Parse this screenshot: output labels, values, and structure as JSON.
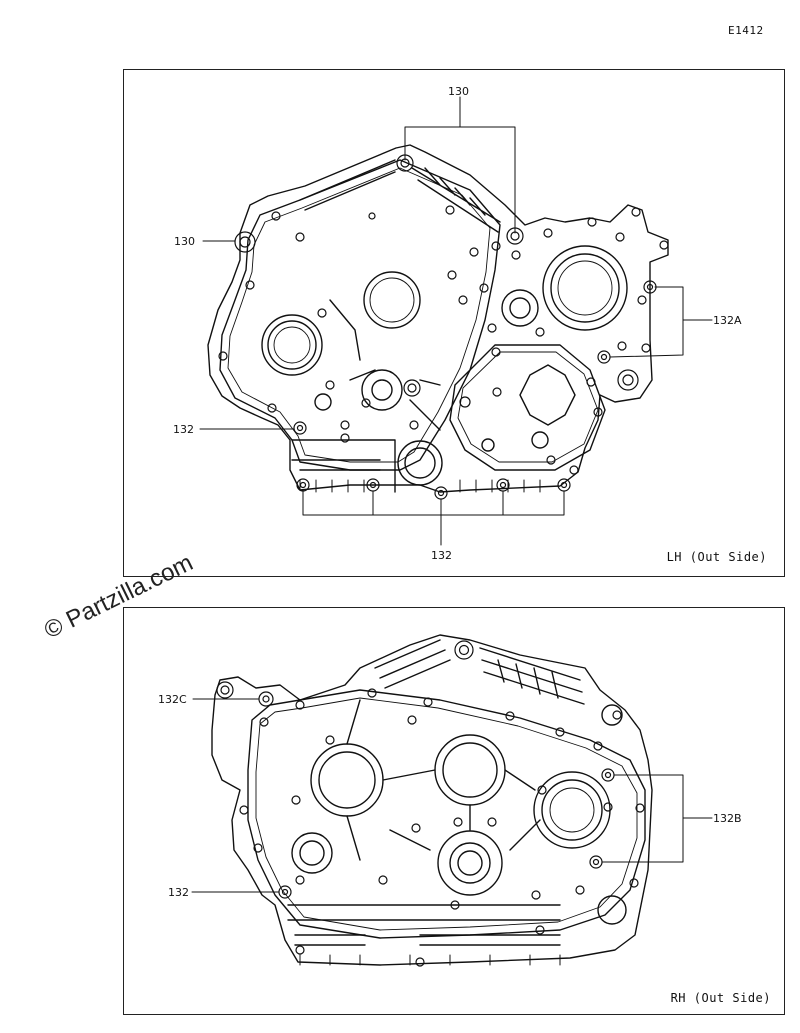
{
  "drawing_code": "E1412",
  "panels": {
    "lh": {
      "view_label": "LH (Out Side)"
    },
    "rh": {
      "view_label": "RH (Out Side)"
    }
  },
  "callouts": {
    "lh_130_top": "130",
    "lh_130_left": "130",
    "lh_132a": "132A",
    "lh_132_left": "132",
    "lh_132_bottom": "132",
    "rh_132c": "132C",
    "rh_132b": "132B",
    "rh_132_left": "132"
  },
  "watermark": "© Partzilla.com"
}
